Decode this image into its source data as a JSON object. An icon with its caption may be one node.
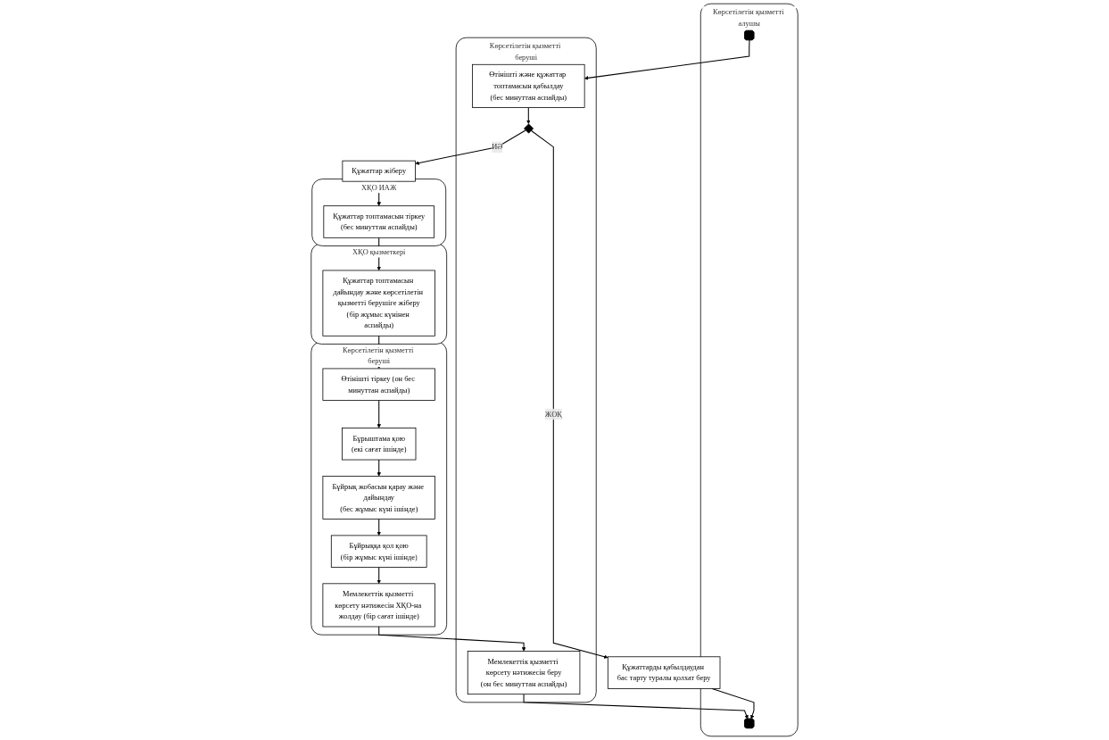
{
  "diagram": {
    "nodes": [
      {
        "text": [
          "Көрсетілетін қызметті алушы"
        ]
      },
      {
        "text": [
          "Көрсетілетін қызметті беруші"
        ]
      },
      {
        "text": [
          "ХҚО ИАЖ"
        ]
      },
      {
        "text": [
          "ХҚО қызметкері"
        ]
      },
      {
        "text": [
          "Көрсетілетін қызметті беруші"
        ]
      },
      {
        "text": [],
        "shape": "box",
        "in": 0
      },
      {
        "text": [
          "Өтінішті және құжаттар топтамасын қабылдау",
          "(бес минуттан аспайды)"
        ],
        "in": 1
      },
      {
        "text": [],
        "shape": "diamond",
        "in": 1
      },
      {
        "text": [
          "Құжаттарды қабылдаудан бас тарту туралы қолхат беру"
        ]
      },
      {
        "text": [
          "Құжаттар жіберу"
        ]
      },
      {
        "text": [
          "Құжаттар топтамасын тіркеу",
          "(бес минуттан аспайды)"
        ],
        "in": 2
      },
      {
        "text": [
          "Құжаттар топтамасын дайындау және көрсетілетін қызметті берушіге жіберу",
          "(бір жұмыс күнінен аспайды)"
        ],
        "in": 3
      },
      {
        "text": [
          "Өтінішті тіркеу (он бес минуттан аспайды)"
        ],
        "in": 4
      },
      {
        "text": [
          "Бұрыштама қою",
          "(екі сағат ішінде)"
        ],
        "in": 4
      },
      {
        "text": [
          "Бұйрық жобасын қарау және дайындау",
          "(бес жұмыс күні ішінде)"
        ],
        "in": 4
      },
      {
        "text": [
          "Бұйрыққа қол қою",
          "(бір жұмыс күні ішінде)"
        ],
        "in": 4
      },
      {
        "text": [
          "Мемлекеттік қызметті көрсету нәтижесін ХҚО-на жолдау (бір сағат ішінде)"
        ],
        "in": 4
      },
      {
        "text": [
          "Мемлекеттік қызметті көрсету нәтижесін беру",
          "(он бес минуттан аспайды)"
        ],
        "in": 1
      },
      {
        "text": [],
        "shape": "box",
        "in": 0
      }
    ],
    "edges": [
      {
        "from": 5,
        "to": 6,
        "arrow": "to"
      },
      {
        "from": 6,
        "to": 7,
        "arrow": "to"
      },
      {
        "from": 7,
        "to": 8,
        "arrow": "to",
        "label": "ЖОҚ"
      },
      {
        "from": 7,
        "to": 9,
        "arrow": "to",
        "label": "ИӘ"
      },
      {
        "from": 9,
        "to": 10,
        "arrow": "to"
      },
      {
        "from": 10,
        "to": 11,
        "arrow": "to"
      },
      {
        "from": 11,
        "to": 12,
        "arrow": "to"
      },
      {
        "from": 12,
        "to": 13,
        "arrow": "to"
      },
      {
        "from": 13,
        "to": 14,
        "arrow": "to"
      },
      {
        "from": 14,
        "to": 15,
        "arrow": "to"
      },
      {
        "from": 15,
        "to": 16,
        "arrow": "to"
      },
      {
        "from": 16,
        "to": 17,
        "arrow": "to"
      },
      {
        "from": 17,
        "to": 18,
        "arrow": "to"
      },
      {
        "from": 8,
        "to": 18,
        "arrow": "to"
      }
    ]
  }
}
